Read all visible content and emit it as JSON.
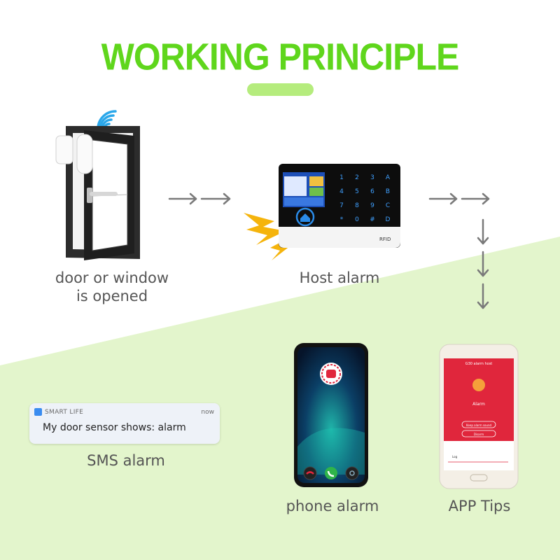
{
  "title": "WORKING PRINCIPLE",
  "labels": {
    "door_line1": "door or window",
    "door_line2": "is opened",
    "host": "Host alarm",
    "sms": "SMS alarm",
    "phone": "phone alarm",
    "app": "APP Tips"
  },
  "sms_notification": {
    "app_name": "SMART LIFE",
    "time": "now",
    "message": "My door sensor shows: alarm"
  },
  "keypad": {
    "keys": [
      "1",
      "2",
      "3",
      "A",
      "4",
      "5",
      "6",
      "B",
      "7",
      "8",
      "9",
      "C",
      "*",
      "0",
      "#",
      "D"
    ],
    "rfid": "RFID"
  },
  "app_screen": {
    "header": "G30 alarm host",
    "status": "Alarm",
    "button1": "Keep alarm sound",
    "button2": "Disarm",
    "log_title": "Log"
  },
  "colors": {
    "title": "#5fd61c",
    "accent_bar": "#b5ec7d",
    "background_band": "#e3f5cc",
    "arrow": "#7a7a7a",
    "app_red": "#e0263c"
  }
}
